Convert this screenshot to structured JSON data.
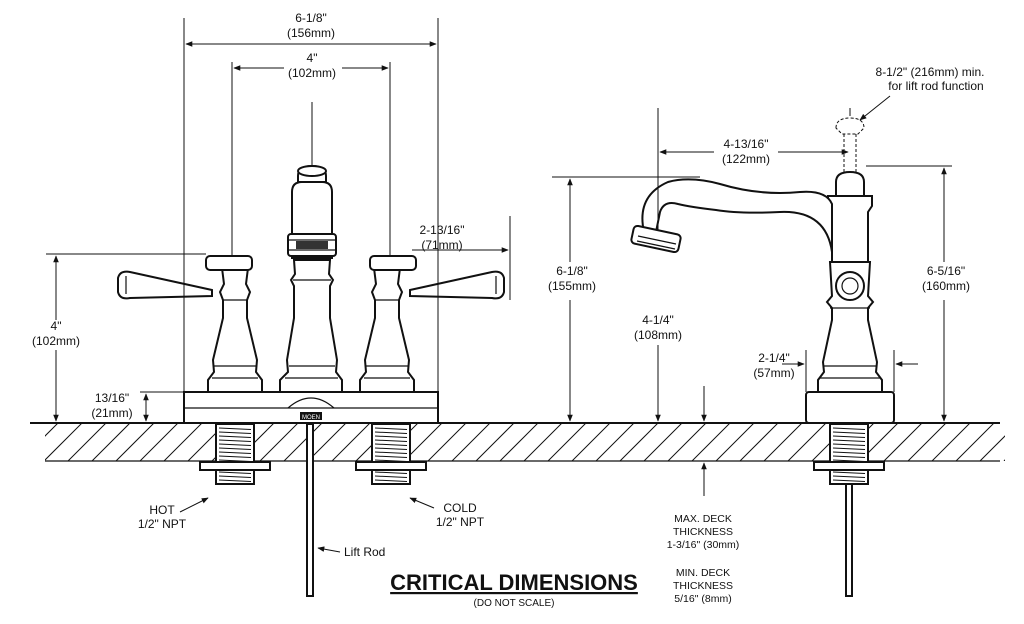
{
  "dimensions": {
    "overall_width": {
      "imperial": "6-1/8\"",
      "metric": "(156mm)"
    },
    "center_spacing": {
      "imperial": "4\"",
      "metric": "(102mm)"
    },
    "handle_reach": {
      "imperial": "2-13/16\"",
      "metric": "(71mm)"
    },
    "handle_height": {
      "imperial": "4\"",
      "metric": "(102mm)"
    },
    "base_height": {
      "imperial": "13/16\"",
      "metric": "(21mm)"
    },
    "spout_reach": {
      "imperial": "4-13/16\"",
      "metric": "(122mm)"
    },
    "lift_rod_clearance": {
      "line1": "8-1/2\" (216mm) min.",
      "line2": "for lift rod function"
    },
    "spout_height": {
      "imperial": "6-1/8\"",
      "metric": "(155mm)"
    },
    "aerator_height": {
      "imperial": "4-1/4\"",
      "metric": "(108mm)"
    },
    "base_diameter": {
      "imperial": "2-1/4\"",
      "metric": "(57mm)"
    },
    "total_height": {
      "imperial": "6-5/16\"",
      "metric": "(160mm)"
    }
  },
  "labels": {
    "hot": {
      "line1": "HOT",
      "line2": "1/2\" NPT"
    },
    "cold": {
      "line1": "COLD",
      "line2": "1/2\" NPT"
    },
    "lift_rod": "Lift Rod",
    "brand": "MOEN",
    "max_deck": {
      "line1": "MAX. DECK",
      "line2": "THICKNESS",
      "line3": "1-3/16\" (30mm)"
    },
    "min_deck": {
      "line1": "MIN. DECK",
      "line2": "THICKNESS",
      "line3": "5/16\" (8mm)"
    }
  },
  "footer": {
    "title": "CRITICAL DIMENSIONS",
    "subtitle": "(DO NOT SCALE)"
  }
}
